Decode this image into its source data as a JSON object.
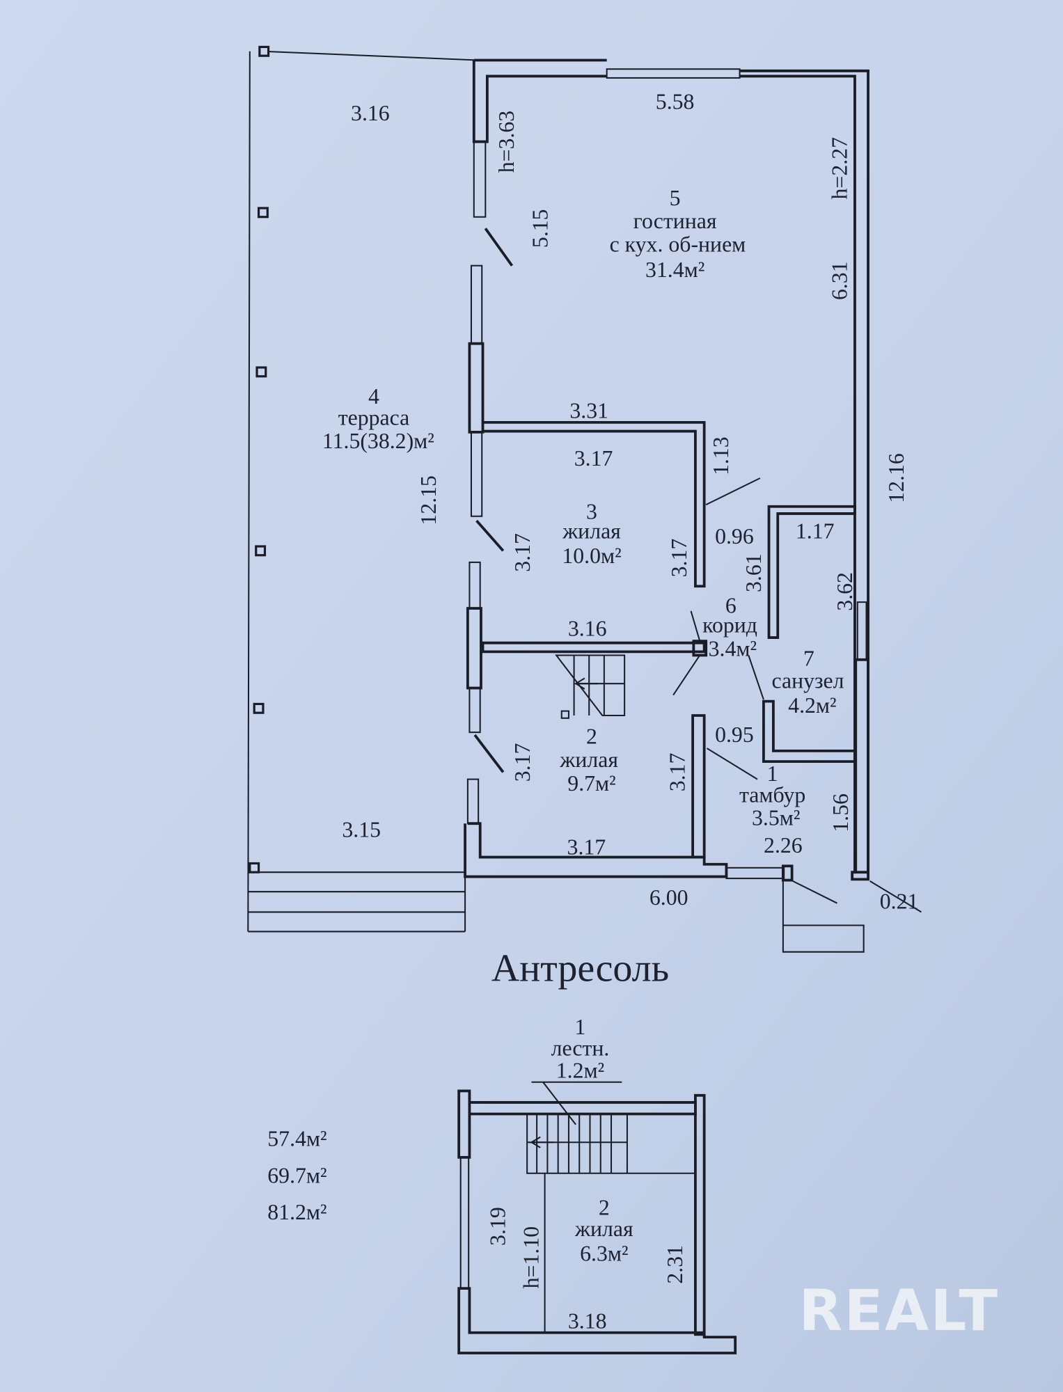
{
  "colors": {
    "paper": "#c8d5ec",
    "ink": "#1a1d28",
    "watermark": "#f2f4f8"
  },
  "ground_floor": {
    "rooms": {
      "living": {
        "number": "5",
        "name": "гостиная",
        "subtitle": "с  кух. об-нием",
        "area": "31.4м²"
      },
      "terrace": {
        "number": "4",
        "name": "терраса",
        "area": "11.5(38.2)м²"
      },
      "room3": {
        "number": "3",
        "name": "жилая",
        "area": "10.0м²"
      },
      "corridor": {
        "number": "6",
        "name": "корид",
        "area": "3.4м²"
      },
      "bathroom": {
        "number": "7",
        "name": "санузел",
        "area": "4.2м²"
      },
      "room2": {
        "number": "2",
        "name": "жилая",
        "area": "9.7м²"
      },
      "vestibule": {
        "number": "1",
        "name": "тамбур",
        "area": "3.5м²"
      }
    },
    "dimensions": {
      "terrace_top": "3.16",
      "living_top": "5.58",
      "h_left": "h=3.63",
      "h_right": "h=2.27",
      "living_left": "5.15",
      "living_right": "6.31",
      "room3_top": "3.31",
      "room3_top_inner": "3.17",
      "room3_side": "1.13",
      "terrace_side": "12.15",
      "house_right": "12.16",
      "corridor_width": "0.96",
      "bath_top": "1.17",
      "room3_window": "3.17",
      "room3_right": "3.17",
      "corridor_len": "3.61",
      "bath_right": "3.62",
      "room2_top": "3.16",
      "corridor_bottom": "0.95",
      "room2_window": "3.17",
      "room2_right": "3.17",
      "vestibule_right": "1.56",
      "terrace_bottom": "3.15",
      "room2_bottom": "3.17",
      "vestibule_bottom": "2.26",
      "house_bottom": "6.00",
      "wall_thickness": "0.21"
    }
  },
  "mezzanine": {
    "title": "Антресоль",
    "stair": {
      "number": "1",
      "name": "лестн.",
      "area": "1.2м²"
    },
    "room": {
      "number": "2",
      "name": "жилая",
      "area": "6.3м²"
    },
    "dimensions": {
      "left": "3.19",
      "height": "h=1.10",
      "right": "2.31",
      "bottom": "3.18"
    }
  },
  "totals": [
    "57.4м²",
    "69.7м²",
    "81.2м²"
  ],
  "watermark": "REALT"
}
